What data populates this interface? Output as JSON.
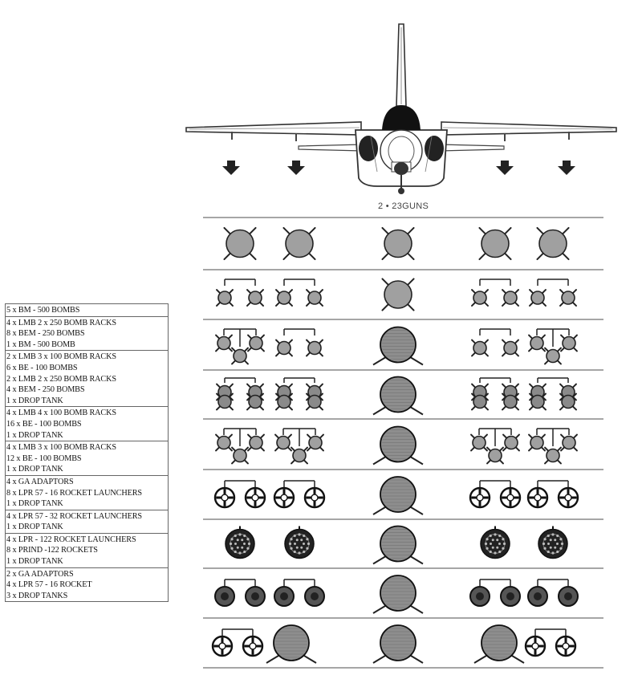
{
  "guns_label": "2 • 23GUNS",
  "loadouts": [
    {
      "lines": [
        "5 x BM - 500 BOMBS"
      ],
      "pattern": [
        "big",
        "big",
        "big",
        "big",
        "big"
      ]
    },
    {
      "lines": [
        "4 x LMB 2 x 250 BOMB RACKS",
        "8 x BEM - 250 BOMBS",
        "1 x BM - 500 BOMB"
      ],
      "pattern": [
        "pair",
        "pair",
        "big",
        "pair",
        "pair"
      ]
    },
    {
      "lines": [
        "2 x LMB 3 x 100 BOMB RACKS",
        "6 x BE - 100 BOMBS",
        "2 x LMB 2 x 250 BOMB RACKS",
        "4 x BEM - 250 BOMBS",
        "1 x  DROP TANK"
      ],
      "pattern": [
        "tri",
        "pair",
        "tank",
        "pair",
        "tri"
      ]
    },
    {
      "lines": [
        "4 x LMB 4 x 100 BOMB RACKS",
        "16 x BE - 100 BOMBS",
        "1 x DROP TANK"
      ],
      "pattern": [
        "quad",
        "quad",
        "tank",
        "quad",
        "quad"
      ]
    },
    {
      "lines": [
        "4 x LMB 3 x 100 BOMB RACKS",
        "12 x BE - 100 BOMBS",
        "1 x DROP TANK"
      ],
      "pattern": [
        "tri",
        "tri",
        "tank",
        "tri",
        "tri"
      ]
    },
    {
      "lines": [
        "4 x GA ADAPTORS",
        "8 x LPR 57 - 16 ROCKET LAUNCHERS",
        "1 x DROP TANK"
      ],
      "pattern": [
        "pod16",
        "pod16",
        "tank",
        "pod16",
        "pod16"
      ]
    },
    {
      "lines": [
        "4 x LPR 57 - 32 ROCKET LAUNCHERS",
        "1 x DROP TANK"
      ],
      "pattern": [
        "pod32",
        "pod32",
        "tank",
        "pod32",
        "pod32"
      ]
    },
    {
      "lines": [
        "4 x LPR - 122 ROCKET LAUNCHERS",
        "8 x PRIND -122 ROCKETS",
        "1 x DROP TANK"
      ],
      "pattern": [
        "pr122",
        "pr122",
        "tank",
        "pr122",
        "pr122"
      ]
    },
    {
      "lines": [
        "2 x GA ADAPTORS",
        "4 x LPR 57 - 16 ROCKET",
        "3 x DROP TANKS"
      ],
      "pattern": [
        "pod16",
        "tank",
        "tank",
        "tank",
        "pod16"
      ]
    }
  ]
}
